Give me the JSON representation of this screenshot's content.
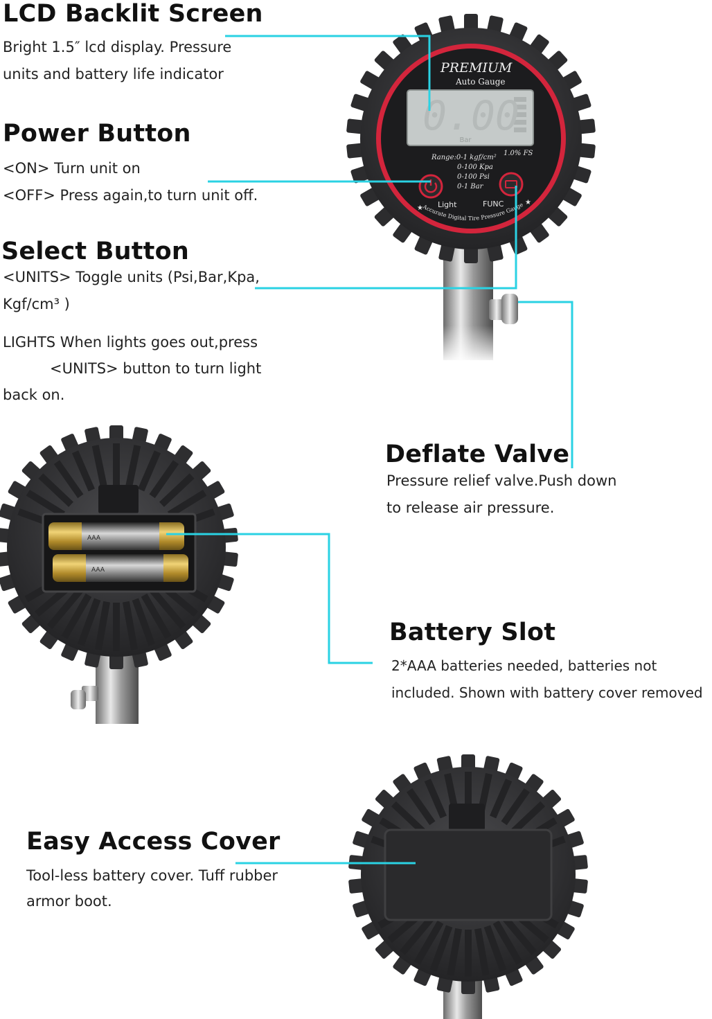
{
  "colors": {
    "callout_line": "#2ad2e3",
    "boot_rubber": "#333335",
    "bezel": "#d3253c",
    "lcd": "#c5cac9"
  },
  "features": {
    "lcd": {
      "title": "LCD Backlit Screen",
      "lines": [
        "Bright 1.5″  lcd display. Pressure",
        "units and battery life indicator"
      ]
    },
    "power": {
      "title": "Power Button",
      "lines": [
        "<ON> Turn unit on",
        "<OFF> Press again,to turn unit off."
      ]
    },
    "select": {
      "title": "Select Button",
      "lines": [
        "<UNITS> Toggle units (Psi,Bar,Kpa,",
        "Kgf/cm³ )"
      ],
      "lights_lines": [
        "LIGHTS When lights goes out,press",
        "<UNITS> button to turn light",
        "back on."
      ]
    },
    "deflate": {
      "title": "Deflate Valve",
      "lines": [
        "Pressure relief valve.Push down",
        "to release air pressure."
      ]
    },
    "battery": {
      "title": "Battery Slot",
      "lines": [
        "2*AAA batteries needed, batteries not",
        "included. Shown with battery cover removed"
      ]
    },
    "cover": {
      "title": "Easy Access Cover",
      "lines": [
        "Tool-less battery cover. Tuff rubber",
        "armor boot."
      ]
    }
  },
  "gauge_face": {
    "brand": "PREMIUM",
    "subtitle": "Auto Gauge",
    "reading": "0.00",
    "unit": "Bar",
    "range_lines": [
      "Range:0-1 kgf/cm²",
      "0-100 Kpa",
      "0-100 Psi",
      "0-1 Bar"
    ],
    "accuracy": "1.0% FS",
    "light_label": "Light",
    "func_label": "FUNC",
    "ring_text": "Accurate Digital Tire Pressure Gauge"
  },
  "battery_photo": {
    "cell_labels": [
      "AAA",
      "AAA"
    ]
  }
}
